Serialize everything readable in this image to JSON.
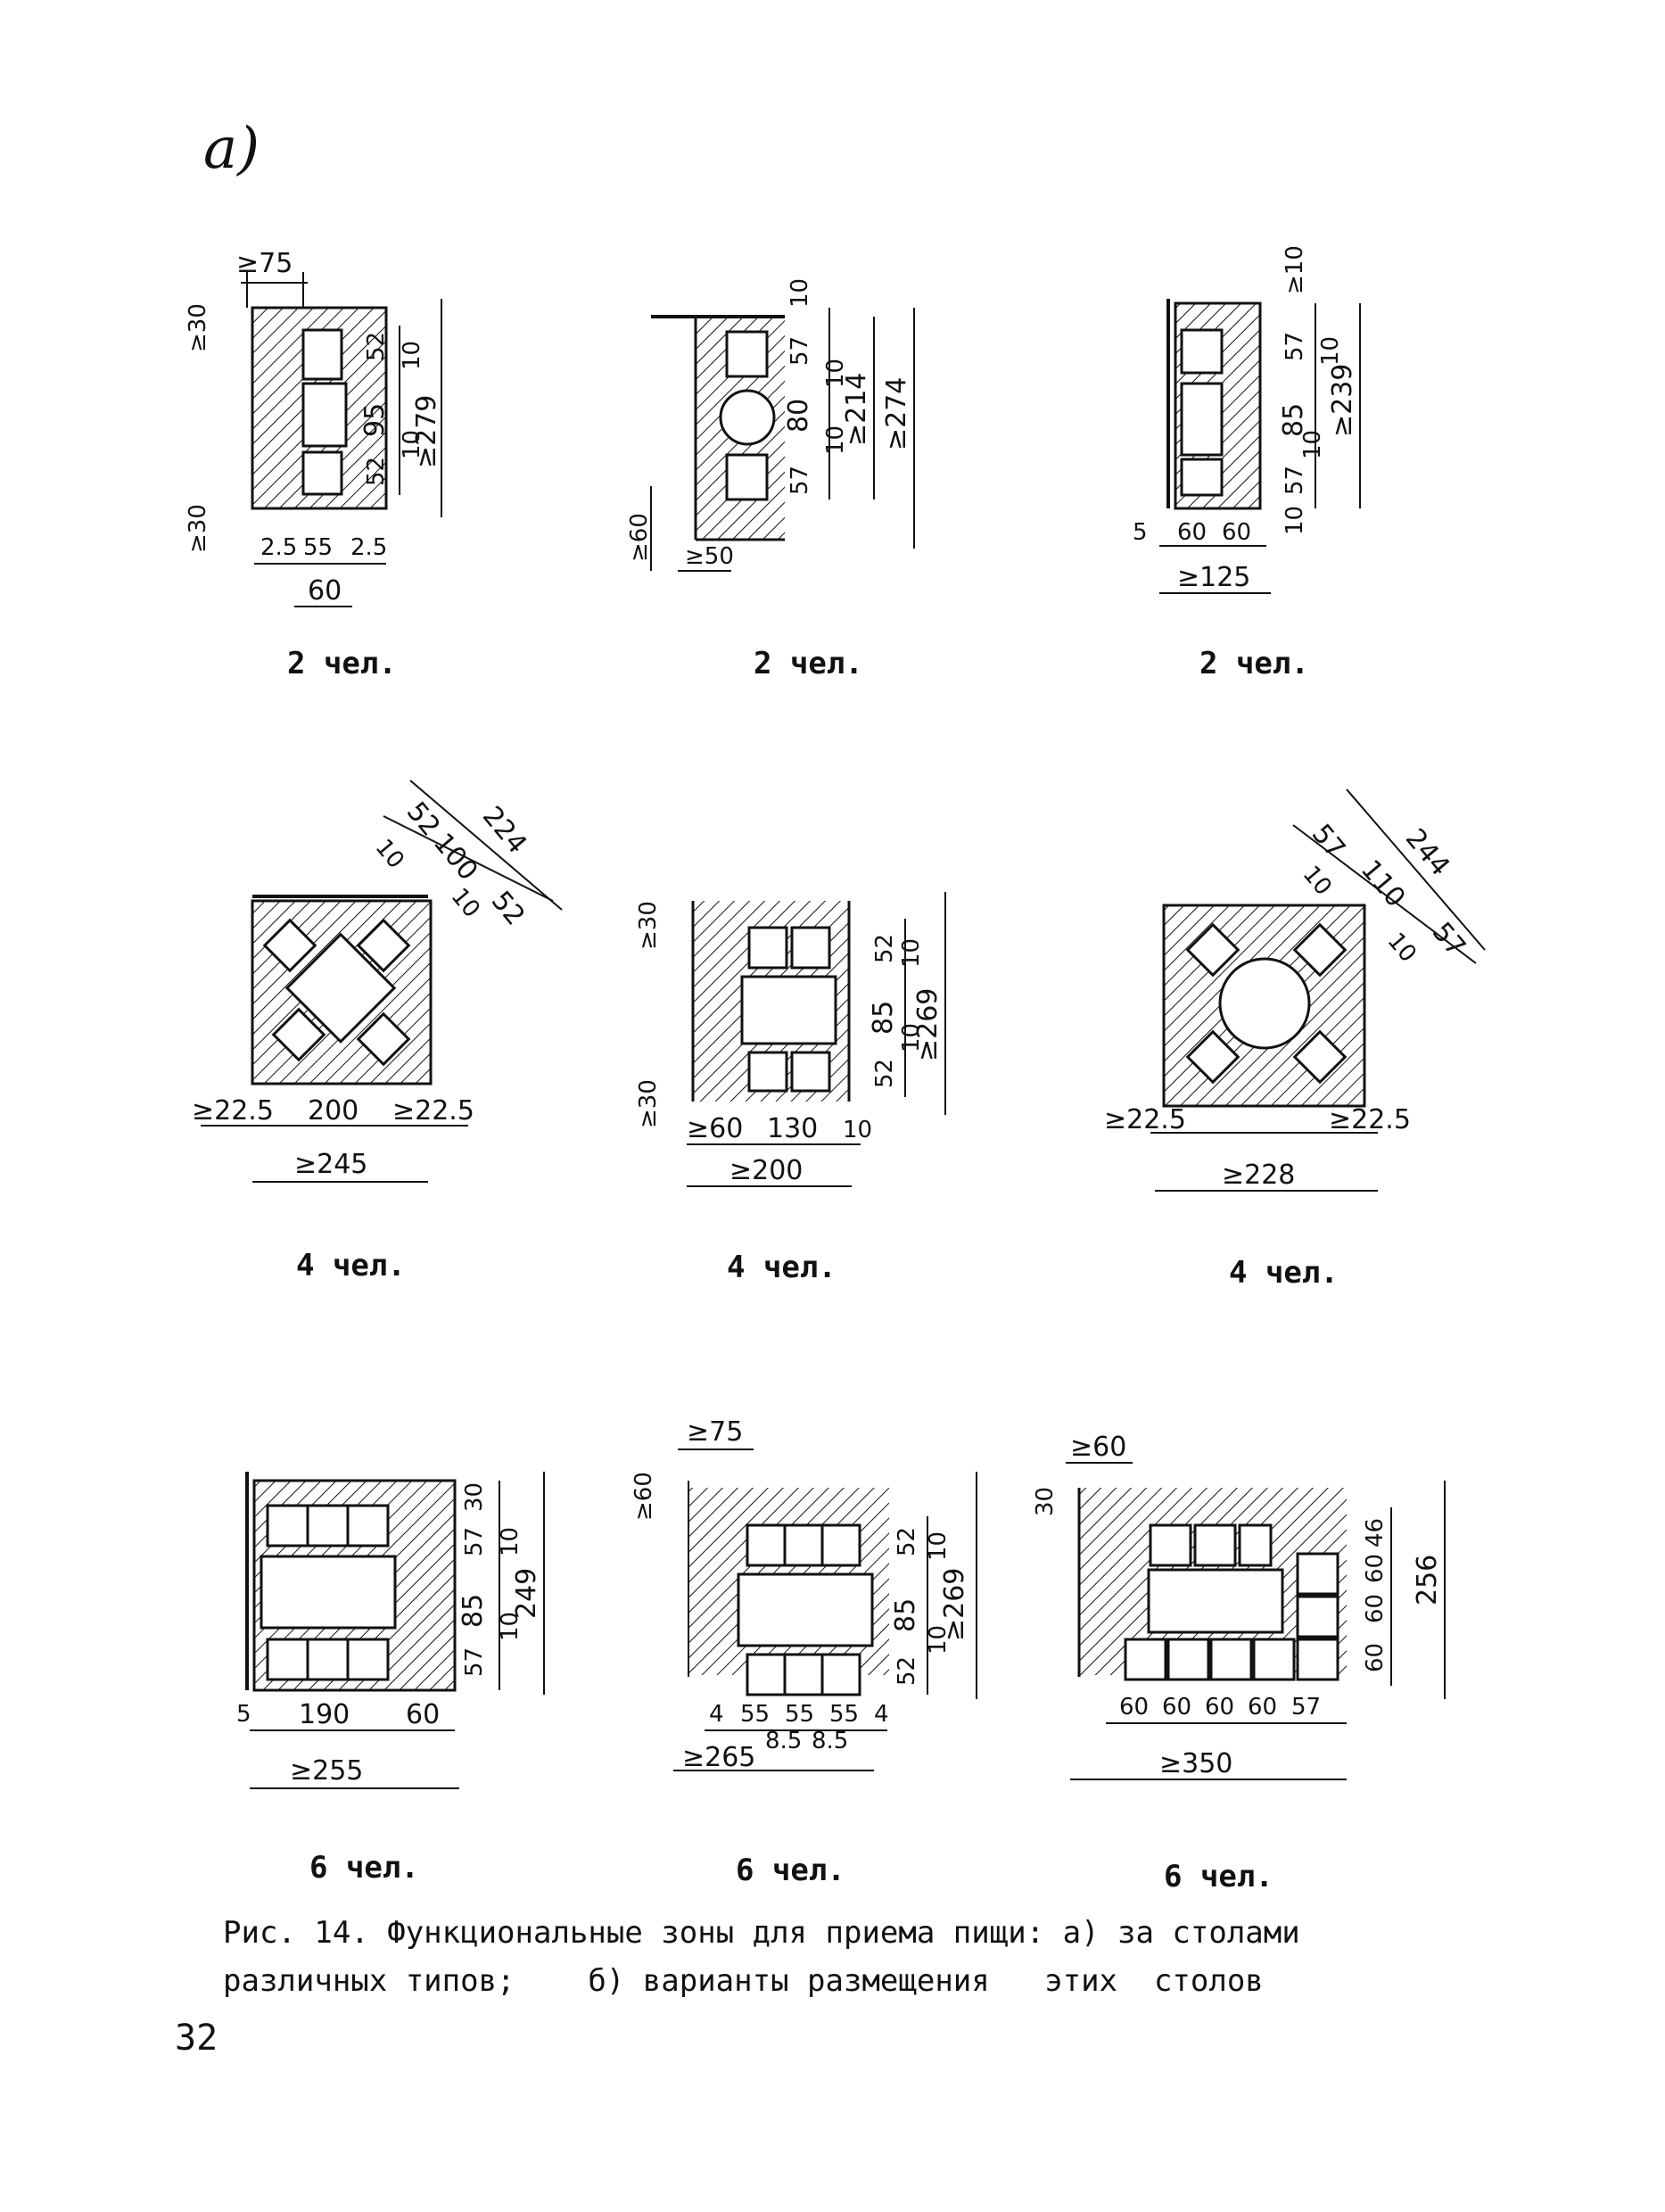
{
  "section": "a)",
  "figures": [
    {
      "id": "f1",
      "persons": "2 чел.",
      "dims": {
        "top_w": "≥75",
        "top_h": "≥30",
        "bot_h": "≥30",
        "d1": "52",
        "d2": "10",
        "d3": "95",
        "d4": "10",
        "d5": "52",
        "total": "≥279",
        "b1": "2.5",
        "b2": "55",
        "b3": "2.5",
        "b4": "60"
      }
    },
    {
      "id": "f2",
      "persons": "2 чел.",
      "dims": {
        "t1": "10",
        "t2": "57",
        "t3": "10",
        "t4": "80",
        "t5": "10",
        "t6": "57",
        "sub": "≥214",
        "total": "≥274",
        "left": "≥60",
        "bottom": "≥50"
      }
    },
    {
      "id": "f3",
      "persons": "2 чел.",
      "dims": {
        "t1": "≥10",
        "t2": "57",
        "t3": "10",
        "t4": "85",
        "t5": "10",
        "t6": "57",
        "t7": "10",
        "total": "≥239",
        "b0": "5",
        "b1": "60",
        "b2": "60",
        "bw": "≥125"
      }
    },
    {
      "id": "f4",
      "persons": "4 чел.",
      "dims": {
        "d1": "52",
        "d2": "10",
        "d3": "100",
        "d4": "10",
        "d5": "52",
        "total": "224",
        "l": "≥22.5",
        "m": "200",
        "r": "≥22.5",
        "w": "≥245"
      }
    },
    {
      "id": "f5",
      "persons": "4 чел.",
      "dims": {
        "top": "≥30",
        "bot": "≥30",
        "r1": "52",
        "r2": "10",
        "r3": "85",
        "r4": "10",
        "r5": "52",
        "total": "≥269",
        "b1": "≥60",
        "b2": "130",
        "b3": "10",
        "w": "≥200"
      }
    },
    {
      "id": "f6",
      "persons": "4 чел.",
      "dims": {
        "d1": "57",
        "d2": "10",
        "d3": "110",
        "d4": "10",
        "d5": "57",
        "total": "244",
        "l": "≥22.5",
        "r": "≥22.5",
        "w": "≥228"
      }
    },
    {
      "id": "f7",
      "persons": "6 чел.",
      "dims": {
        "r0": "30",
        "r1": "57",
        "r2": "10",
        "r3": "85",
        "r4": "10",
        "r5": "57",
        "total": "249",
        "b0": "5",
        "b1": "190",
        "b2": "60",
        "w": "≥255"
      }
    },
    {
      "id": "f8",
      "persons": "6 чел.",
      "dims": {
        "top": "≥75",
        "left": "≥60",
        "r1": "52",
        "r2": "10",
        "r3": "85",
        "r4": "10",
        "r5": "52",
        "total": "≥269",
        "b1": "4",
        "b2": "55",
        "b3": "55",
        "b4": "55",
        "b5": "4",
        "s1": "8.5",
        "s2": "8.5",
        "w": "≥265"
      }
    },
    {
      "id": "f9",
      "persons": "6 чел.",
      "dims": {
        "top": "≥60",
        "left": "30",
        "r1": "46",
        "r2": "60",
        "r3": "60",
        "r4": "60",
        "total": "256",
        "b1": "60",
        "b2": "60",
        "b3": "60",
        "b4": "60",
        "b5": "57",
        "w": "≥350"
      }
    }
  ],
  "caption": {
    "line1": "Рис. 14. Функциональные зоны для приема пищи: а) за столами",
    "line2": "различных типов;    б) варианты размещения   этих  столов"
  },
  "page_number": "32"
}
